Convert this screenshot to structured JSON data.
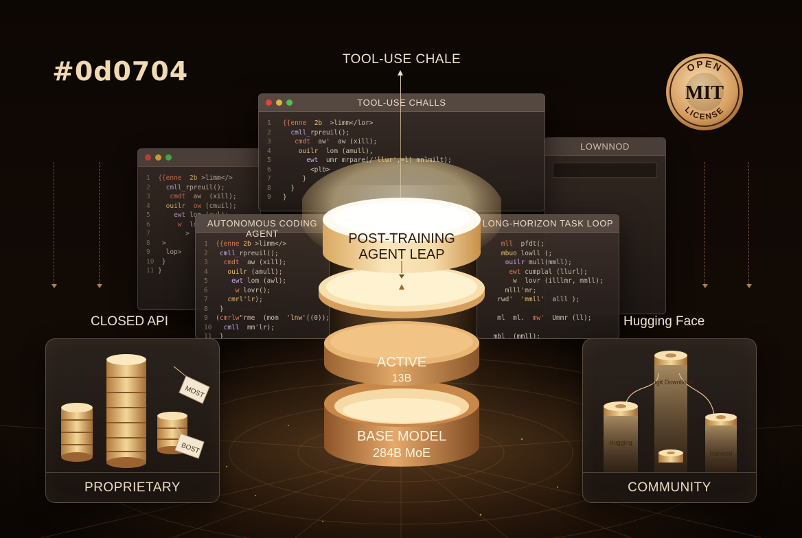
{
  "hex_label": "#0d0704",
  "top_label": "TOOL-USE CHALE",
  "windows": {
    "top": {
      "title": "TOOL-USE CHALLS"
    },
    "left": {
      "title": ""
    },
    "right_back": {
      "title": "LOWNNOD"
    },
    "left_front": {
      "title": "AUTONOMOUS CODING AGENT"
    },
    "right_front": {
      "title": "LONG-HORIZON TASK LOOP"
    }
  },
  "stack": {
    "top_layer": {
      "line1": "POST-TRAINING",
      "line2": "AGENT LEAP"
    },
    "middle_layer": {
      "line1": "ACTIVE",
      "line2": "13B"
    },
    "base_layer": {
      "line1": "BASE MODEL",
      "line2": "284B MoE"
    }
  },
  "left_side": {
    "label": "CLOSED API",
    "footer": "PROPRIETARY",
    "tag1": "MOST",
    "tag2": "BOST"
  },
  "right_side": {
    "label": "Hugging Face",
    "footer": "COMMUNITY",
    "pillar_center_text": "Hugit Downlload",
    "pillar_left_text": "Hugging",
    "pillar_right_text": "Ranwed"
  },
  "badge": {
    "top_text": "OPEN",
    "mark": "MIT",
    "bottom_text": "LICENSE"
  },
  "colors": {
    "background": "#0d0704",
    "accent_gold": "#e7b573",
    "glow": "#fff3c8"
  }
}
